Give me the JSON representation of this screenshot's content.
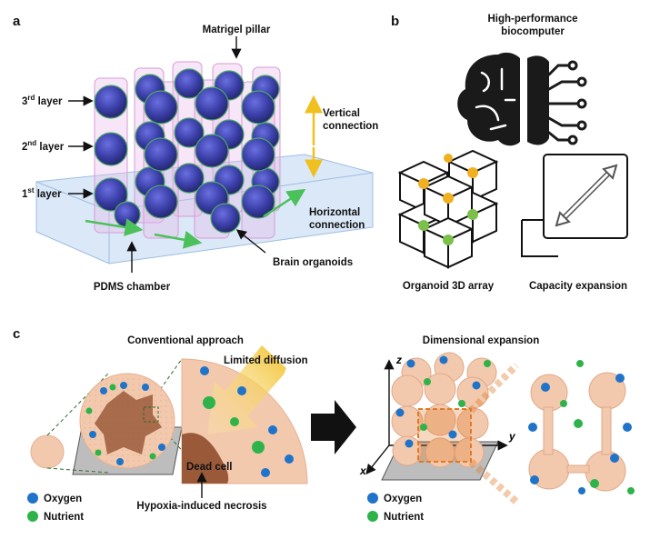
{
  "panels": {
    "a": "a",
    "b": "b",
    "c": "c"
  },
  "panel_a": {
    "matrigel_pillar": "Matrigel pillar",
    "layer3_num": "3",
    "layer3_sup": "rd",
    "layer3_text": " layer",
    "layer2_num": "2",
    "layer2_sup": "nd",
    "layer2_text": " layer",
    "layer1_num": "1",
    "layer1_sup": "st",
    "layer1_text": " layer",
    "vertical_1": "Vertical",
    "vertical_2": "connection",
    "horizontal_1": "Horizontal",
    "horizontal_2": "connection",
    "brain_organoids": "Brain organoids",
    "pdms_chamber": "PDMS chamber",
    "colors": {
      "organoid": "#3b3fa8",
      "pillar": "#e9b8e8",
      "chamber": "#bcd6f2",
      "vertical_arrow": "#f0c020",
      "horizontal_arrow": "#4cc05a"
    }
  },
  "panel_b": {
    "title_1": "High-performance",
    "title_2": "biocomputer",
    "organoid_array": "Organoid 3D array",
    "capacity_expansion": "Capacity expansion"
  },
  "panel_c": {
    "conventional": "Conventional approach",
    "limited_diffusion": "Limited diffusion",
    "dead_cell": "Dead cell",
    "hypoxia": "Hypoxia-induced necrosis",
    "dimensional": "Dimensional expansion",
    "axis_z": "z",
    "axis_y": "y",
    "axis_x": "x",
    "legend_left": [
      {
        "label": "Oxygen",
        "color": "#1f73c8"
      },
      {
        "label": "Nutrient",
        "color": "#2db34a"
      }
    ],
    "legend_right": [
      {
        "label": "Oxygen",
        "color": "#1f73c8"
      },
      {
        "label": "Nutrient",
        "color": "#2db34a"
      }
    ],
    "colors": {
      "tissue": "#f3c9ae",
      "necrosis": "#9a5a3a",
      "highlight": "#e07a2a"
    }
  }
}
